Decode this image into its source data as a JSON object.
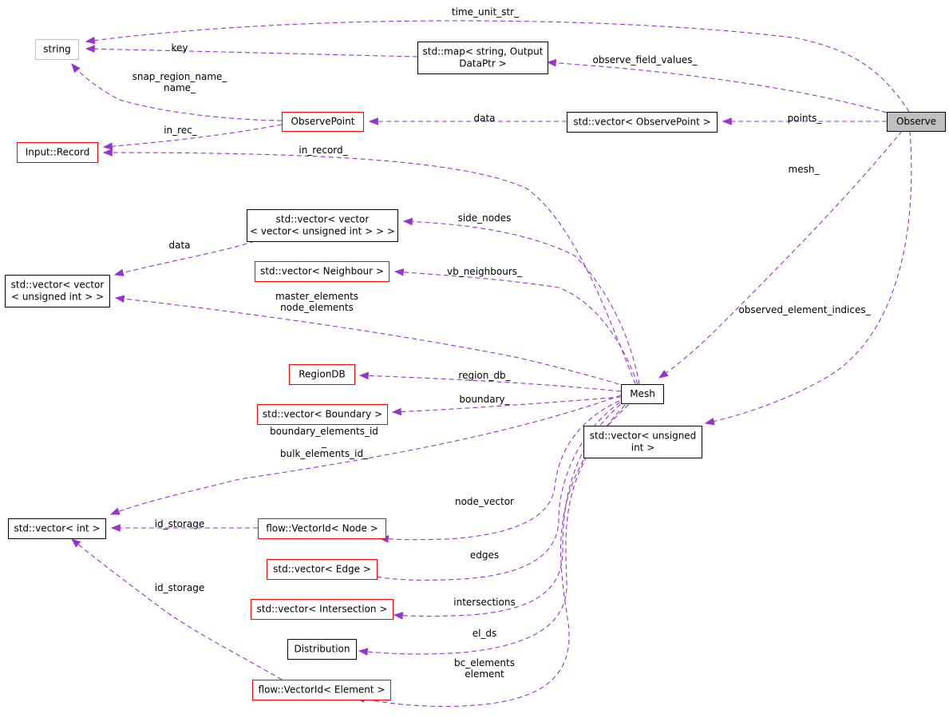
{
  "colors": {
    "edge": "#9a32cd",
    "box_black": "#000000",
    "box_red": "#ff0000",
    "box_gray": "#bfbfbf",
    "fill_white": "#ffffff",
    "fill_focus": "#bfbfbf"
  },
  "nodes": {
    "string": {
      "lines": [
        "string"
      ],
      "border": "gray"
    },
    "map": {
      "lines": [
        "std::map< string, Output",
        "DataPtr >"
      ],
      "border": "black"
    },
    "observe": {
      "lines": [
        "Observe"
      ],
      "border": "black",
      "highlight": true
    },
    "observepoint": {
      "lines": [
        "ObservePoint"
      ],
      "border": "red"
    },
    "vecobs": {
      "lines": [
        "std::vector< ObservePoint >"
      ],
      "border": "black"
    },
    "record": {
      "lines": [
        "Input::Record"
      ],
      "border": "red"
    },
    "vvv": {
      "lines": [
        "std::vector< vector",
        "< vector< unsigned int > > >"
      ],
      "border": "black"
    },
    "vvu": {
      "lines": [
        "std::vector< vector",
        "< unsigned int > >"
      ],
      "border": "black"
    },
    "neigh": {
      "lines": [
        "std::vector< Neighbour >"
      ],
      "border": "red"
    },
    "regiondb": {
      "lines": [
        "RegionDB"
      ],
      "border": "red"
    },
    "mesh": {
      "lines": [
        "Mesh"
      ],
      "border": "black"
    },
    "boundary": {
      "lines": [
        "std::vector< Boundary >"
      ],
      "border": "red"
    },
    "vecuns": {
      "lines": [
        "std::vector< unsigned",
        "int >"
      ],
      "border": "black"
    },
    "vecint": {
      "lines": [
        "std::vector< int >"
      ],
      "border": "black"
    },
    "vnode": {
      "lines": [
        "flow::VectorId< Node >"
      ],
      "border": "red"
    },
    "edge": {
      "lines": [
        "std::vector< Edge >"
      ],
      "border": "red"
    },
    "inter": {
      "lines": [
        "std::vector< Intersection >"
      ],
      "border": "red"
    },
    "distr": {
      "lines": [
        "Distribution"
      ],
      "border": "black"
    },
    "velem": {
      "lines": [
        "flow::VectorId< Element >"
      ],
      "border": "red"
    }
  },
  "edge_labels": {
    "time_unit_str": [
      "time_unit_str_"
    ],
    "key": [
      "key"
    ],
    "observe_field_values": [
      "observe_field_values_"
    ],
    "snap_region": [
      "snap_region_name_",
      "name_"
    ],
    "in_rec": [
      "in_rec_"
    ],
    "obs_data": [
      "data"
    ],
    "points": [
      "points_"
    ],
    "in_record": [
      "in_record_"
    ],
    "mesh": [
      "mesh_"
    ],
    "side_nodes": [
      "side_nodes"
    ],
    "vvv_data": [
      "data"
    ],
    "vb_neighbours": [
      "vb_neighbours_"
    ],
    "master_node": [
      "master_elements",
      "node_elements"
    ],
    "observed_indices": [
      "observed_element_indices_"
    ],
    "region_db": [
      "region_db_"
    ],
    "boundary": [
      "boundary_"
    ],
    "bulk_boundary": [
      "boundary_elements_id",
      "_",
      "bulk_elements_id_"
    ],
    "node_vector": [
      "node_vector"
    ],
    "id_storage_node": [
      "id_storage"
    ],
    "edges": [
      "edges"
    ],
    "id_storage_elem": [
      "id_storage"
    ],
    "intersections": [
      "intersections"
    ],
    "el_ds": [
      "el_ds"
    ],
    "bc_element": [
      "bc_elements",
      "element"
    ]
  }
}
